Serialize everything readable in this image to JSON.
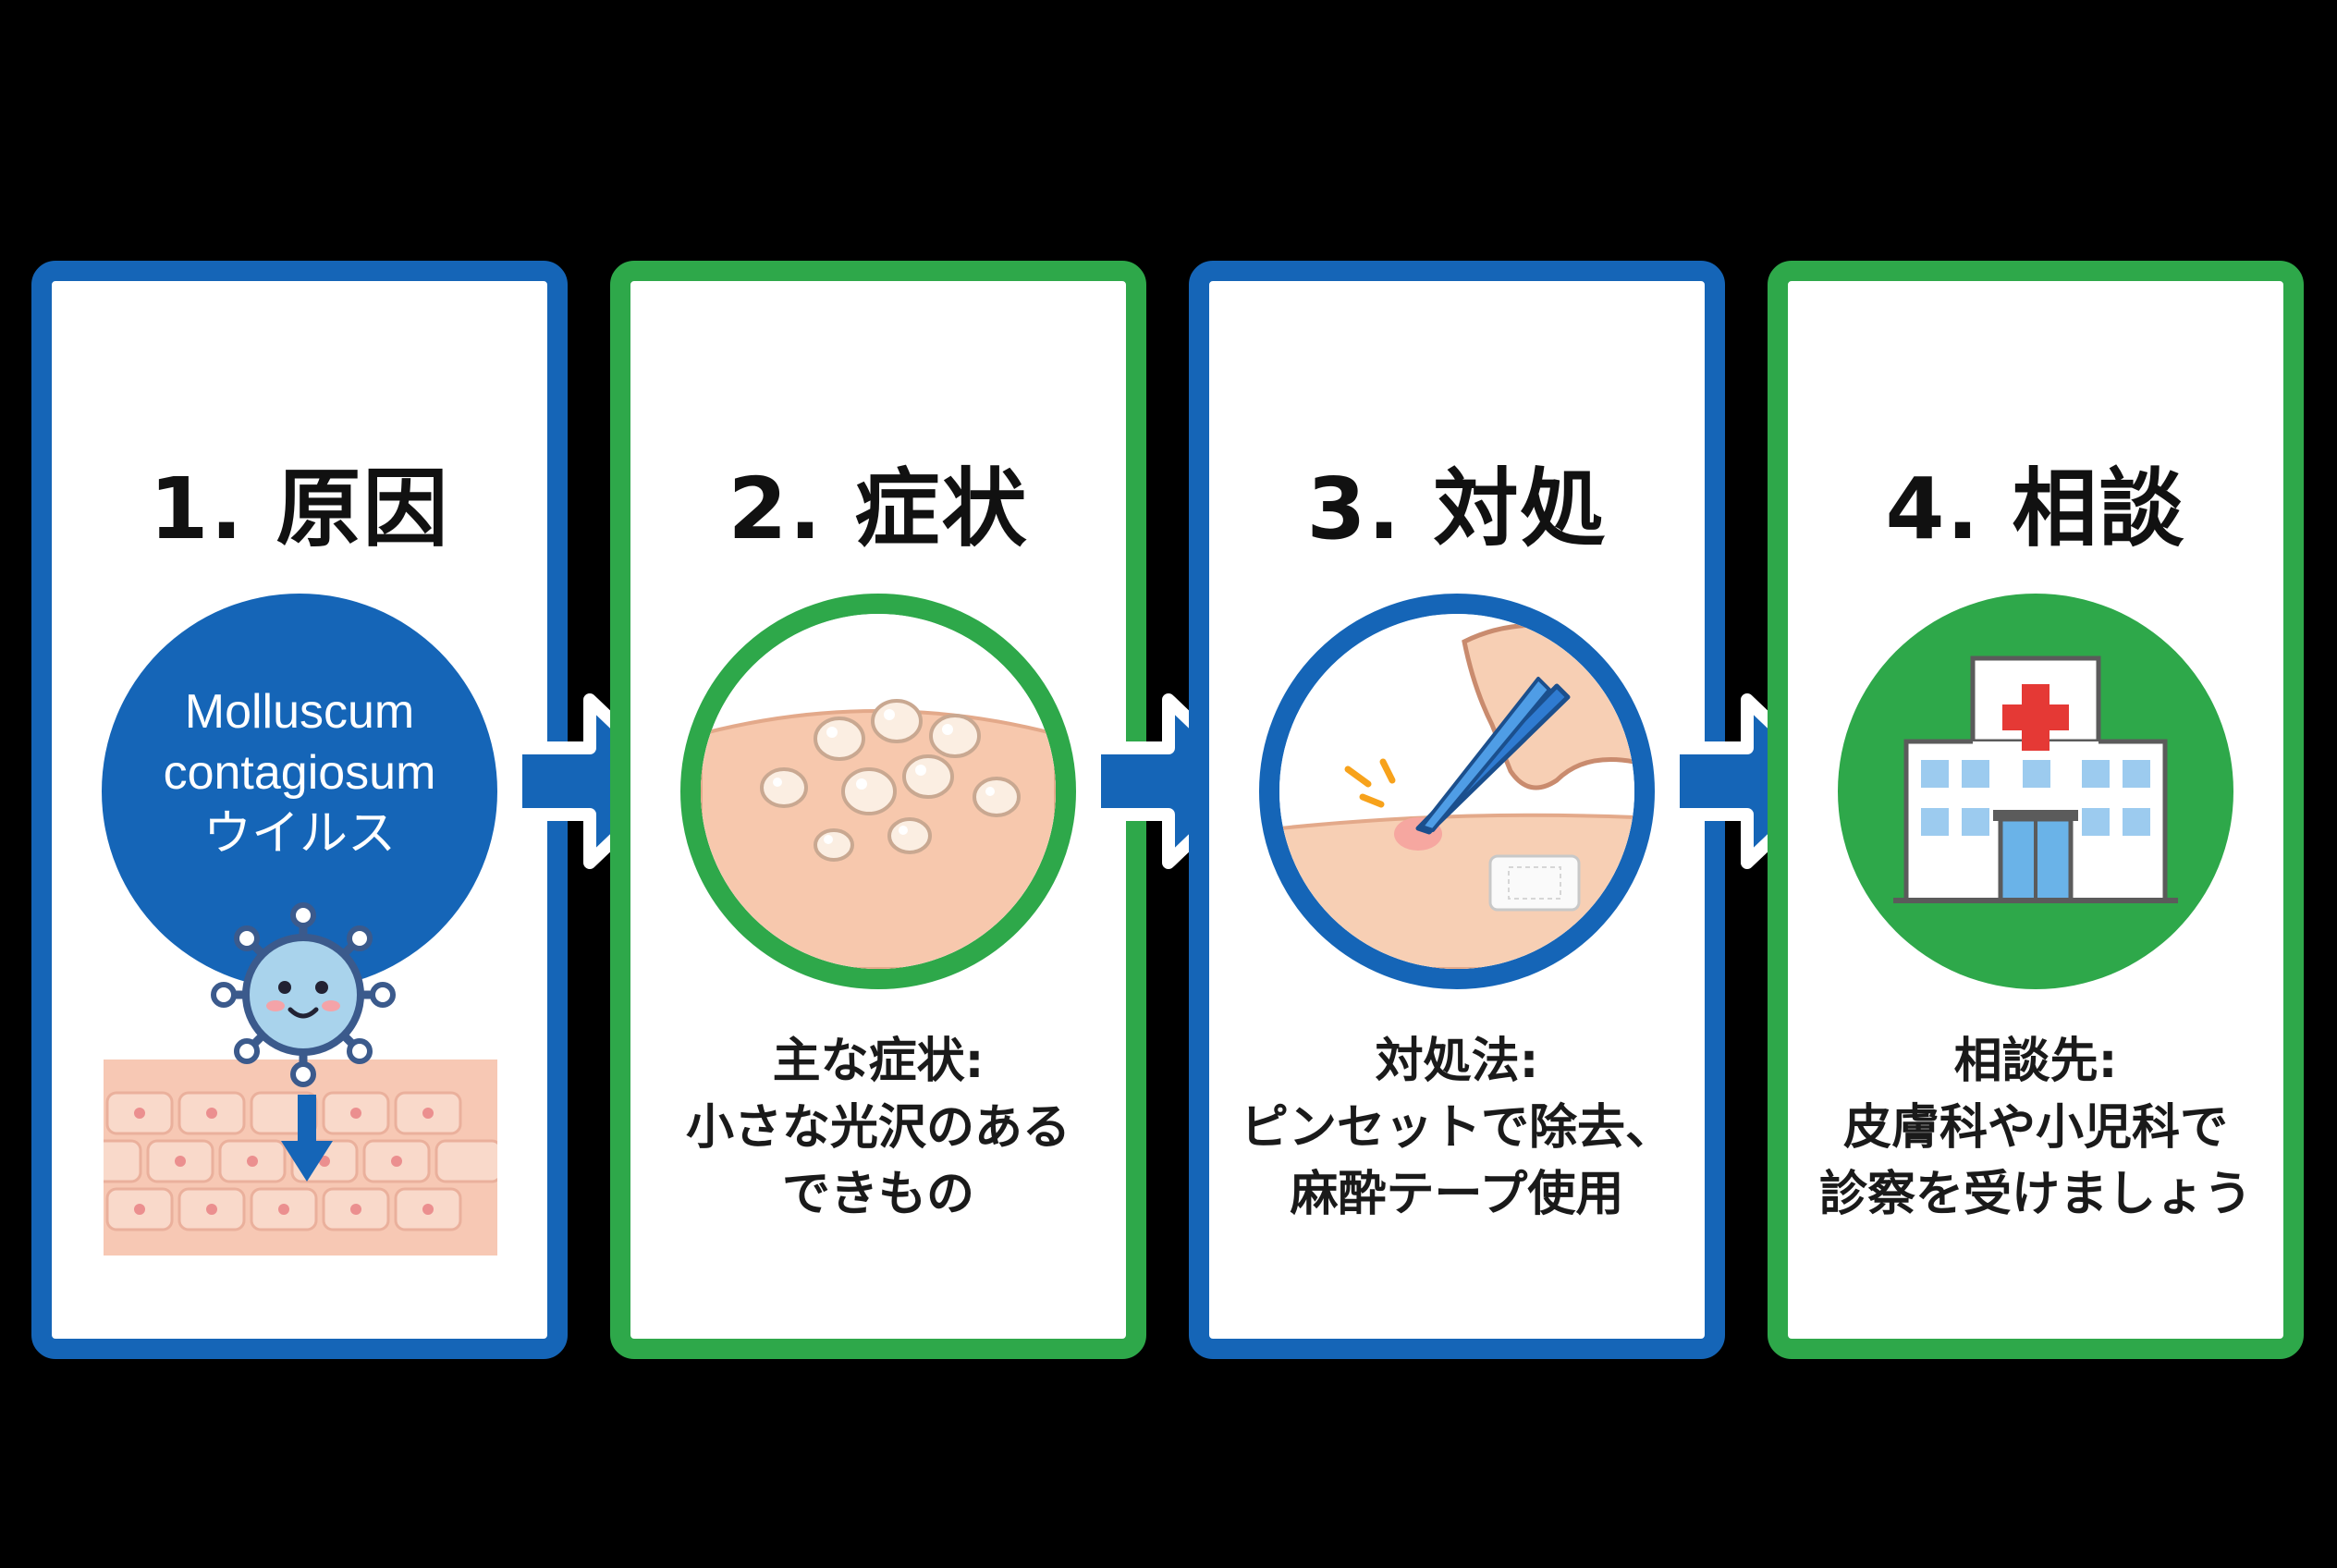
{
  "colors": {
    "blue": "#1565b7",
    "green": "#2ea84a",
    "background": "#000000"
  },
  "steps": [
    {
      "title": "1. 原因",
      "circle_line1": "Molluscum",
      "circle_line2": "contagiosum",
      "circle_line3": "ウイルス",
      "icons": [
        "virus-icon",
        "skin-layer-icon",
        "down-arrow-icon"
      ]
    },
    {
      "title": "2. 症状",
      "line1": "主な症状:",
      "line2": "小さな光沢のある",
      "line3": "できもの",
      "icons": [
        "skin-bumps-icon"
      ]
    },
    {
      "title": "3. 対処",
      "line1": "対処法:",
      "line2": "ピンセットで除去、",
      "line3": "麻酔テープ使用",
      "icons": [
        "tweezers-icon",
        "bandage-icon"
      ]
    },
    {
      "title": "4. 相談",
      "line1": "相談先:",
      "line2": "皮膚科や小児科で",
      "line3": "診察を受けましょう",
      "icons": [
        "hospital-icon"
      ]
    }
  ]
}
